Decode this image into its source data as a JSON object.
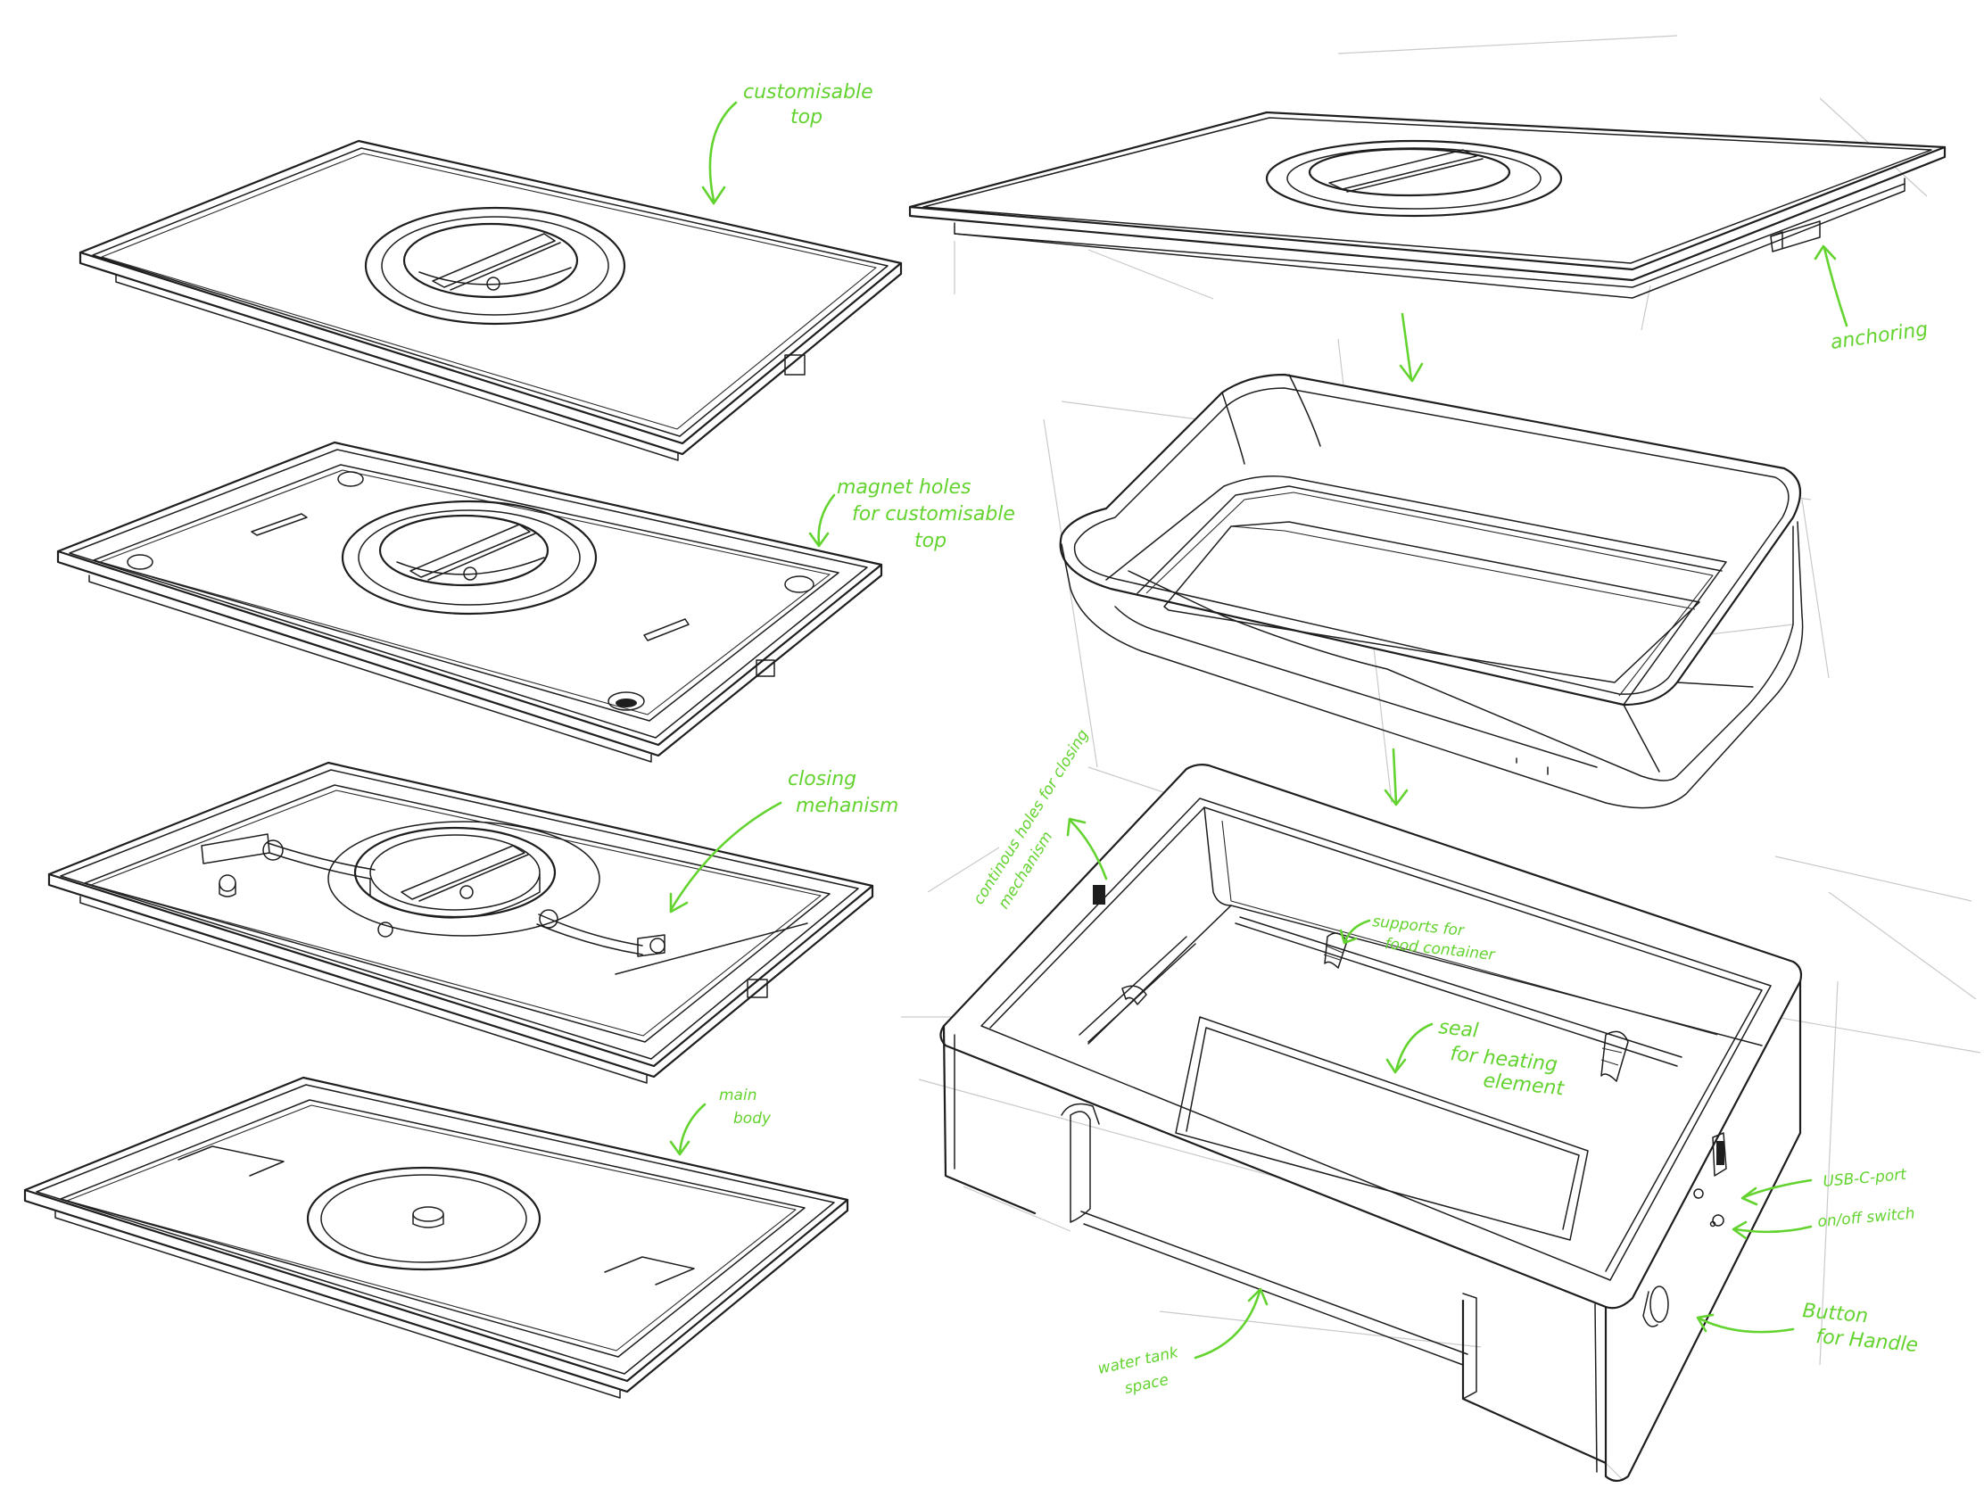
{
  "accent_color": "#63d32f",
  "annotations": {
    "customisable_top": [
      "customisable",
      "top"
    ],
    "magnet_holes": [
      "magnet holes",
      "for customisable",
      "top"
    ],
    "closing_mechanism": [
      "closing",
      "mehanism"
    ],
    "main_body": [
      "main",
      "body"
    ],
    "anchoring": "anchoring",
    "continous_holes": [
      "continous holes for closing",
      "mechanism"
    ],
    "supports": [
      "supports for",
      "food container"
    ],
    "seal": [
      "seal",
      "for heating",
      "element"
    ],
    "usb_port": "USB-C-port",
    "onoff_switch": "on/off switch",
    "button_handle": [
      "Button",
      "for Handle"
    ],
    "water_tank": [
      "water tank",
      "space"
    ]
  }
}
